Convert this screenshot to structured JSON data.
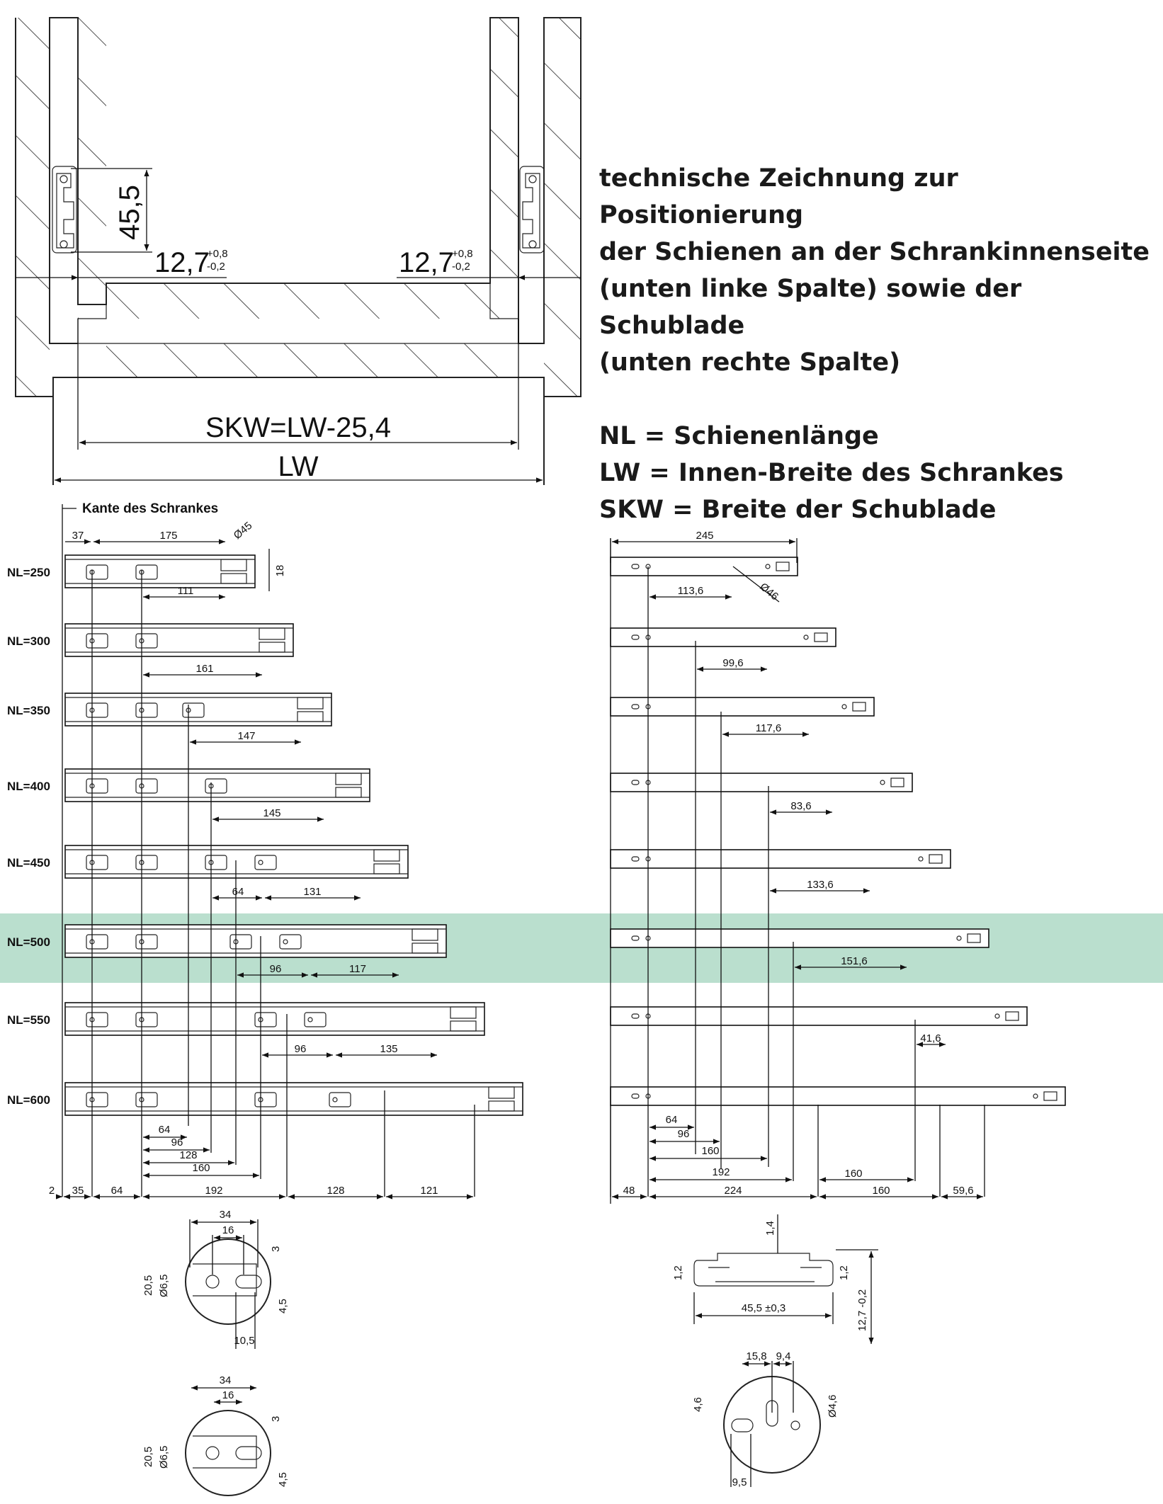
{
  "description": {
    "lines": [
      "technische Zeichnung zur Positionierung",
      "der Schienen an der Schrankinnenseite",
      "(unten linke Spalte) sowie der Schublade",
      "(unten rechte Spalte)"
    ],
    "legend": [
      "NL = Schienenlänge",
      "LW = Innen-Breite des Schrankes",
      "SKW = Breite der Schublade"
    ]
  },
  "top_view": {
    "height_dim": "45,5",
    "left_gap": "12,7",
    "right_gap": "12,7",
    "tol_plus": "+0,8",
    "tol_minus": "-0,2",
    "drawer_width": "SKW=LW-25,4",
    "inner_width": "LW"
  },
  "cabinet_edge_label": "Kante des Schrankes",
  "left_column": {
    "rows": [
      {
        "label": "NL=250",
        "dims": [
          "111"
        ]
      },
      {
        "label": "NL=300",
        "dims": [
          "161"
        ]
      },
      {
        "label": "NL=350",
        "dims": [
          "147"
        ]
      },
      {
        "label": "NL=400",
        "dims": [
          "145"
        ]
      },
      {
        "label": "NL=450",
        "dims": [
          "64",
          "131"
        ]
      },
      {
        "label": "NL=500",
        "dims": [
          "96",
          "117"
        ]
      },
      {
        "label": "NL=550",
        "dims": [
          "96",
          "135"
        ]
      },
      {
        "label": "NL=600",
        "dims": []
      }
    ],
    "highlighted_row": "NL=500",
    "top_dims": [
      "37",
      "175",
      "Ø45",
      "18"
    ],
    "stack_dims": [
      "64",
      "96",
      "128",
      "160"
    ],
    "bottom_dims": [
      "2",
      "35",
      "64",
      "192",
      "128",
      "121"
    ]
  },
  "right_column": {
    "row_dims": [
      "113,6",
      "99,6",
      "117,6",
      "83,6",
      "133,6",
      "151,6",
      "41,6"
    ],
    "top_dims": [
      "245",
      "Ø46"
    ],
    "stack_dims": [
      "64",
      "96",
      "160",
      "192",
      "160"
    ],
    "bottom_dims": [
      "48",
      "224",
      "160",
      "59,6"
    ]
  },
  "detail_a": {
    "dims": [
      "34",
      "16",
      "3",
      "20,5",
      "Ø6,5",
      "4,5",
      "10,5"
    ]
  },
  "detail_b": {
    "dims": [
      "34",
      "16",
      "3",
      "20,5",
      "Ø6,5",
      "4,5"
    ]
  },
  "section_detail": {
    "dims": [
      "1,4",
      "1,2",
      "1,2",
      "45,5 ±0,3",
      "12,7 -0,2"
    ]
  },
  "detail_c": {
    "dims": [
      "15,8",
      "9,4",
      "4,6",
      "Ø4,6",
      "9,5"
    ]
  }
}
